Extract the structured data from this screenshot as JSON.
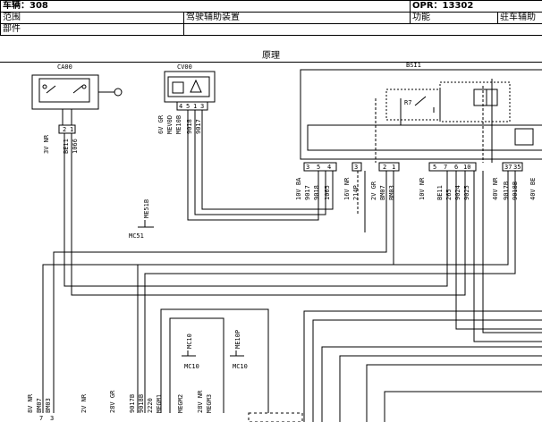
{
  "header": {
    "vehicle": "车辆：308",
    "opr": "OPR：13302",
    "scope_label": "范围",
    "scope_value": "驾驶辅助装置",
    "function_label": "功能",
    "function_value": "驻车辅助",
    "part_label": "部件"
  },
  "diagram_title": "原理",
  "components": {
    "ca00": "CA00",
    "cv00": "CV00",
    "bsi1": "BSI1",
    "r7": "R7",
    "ground_me51b": "ME51B",
    "mc51": "MC51",
    "mc10a": "MC10",
    "mc10b": "MC10",
    "me10a": "MC10",
    "me10p": "ME10P"
  },
  "ca00_pins": {
    "p2": "2",
    "p1": "1",
    "wire1": "BE11",
    "wire2": "1066",
    "spec": "3V NR"
  },
  "cv00_pins": {
    "p4": "4",
    "p5": "5",
    "p1": "1",
    "p3": "3",
    "spec": "6V GR",
    "w1": "MEV0D",
    "w2": "ME10B",
    "w3": "9018",
    "w4": "9017"
  },
  "bsi_conn1": {
    "spec": "10V BA",
    "p3": "3",
    "p5": "5",
    "p4": "4",
    "w1": "9017",
    "w2": "9018",
    "w3": "1065"
  },
  "bsi_conn2": {
    "spec": "16V NR",
    "p3": "3",
    "w": "214P"
  },
  "bsi_conn3": {
    "spec": "2V GR",
    "p2": "2",
    "p1": "1",
    "w1": "BM07",
    "w2": "BM03"
  },
  "bsi_conn4": {
    "spec": "10V NR",
    "p5": "5",
    "p7": "7",
    "p6": "6",
    "p10": "10",
    "w1": "BE11",
    "w2": "265",
    "w3": "9024",
    "w4": "9025"
  },
  "bsi_conn5": {
    "spec": "40V NR",
    "p37": "37",
    "p35": "35",
    "w1": "9017B",
    "w2": "9018B"
  },
  "bsi_conn6": {
    "spec": "40V BE"
  },
  "bottom_left": {
    "spec1": "8V NR",
    "w1": "BM07",
    "w2": "BM03",
    "p7": "7",
    "p3": "3",
    "spec2": "2V NR",
    "spec3": "28V GR",
    "w3": "9017B",
    "w4": "9018B",
    "w5": "2220",
    "w6": "MEGM1",
    "w7": "MEGM2",
    "spec4": "28V NR",
    "w8": "MEGM3",
    "mc10_1": "MC10",
    "mc10_2": "MC10",
    "me10p_1": "ME10P"
  }
}
